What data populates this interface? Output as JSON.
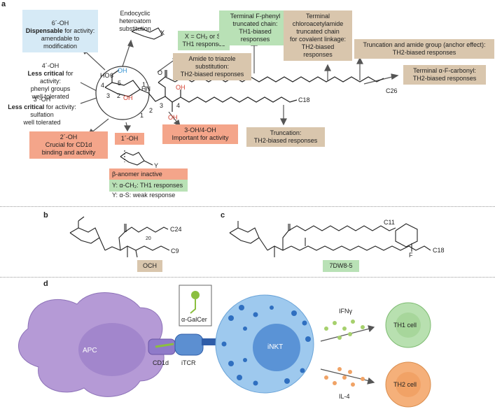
{
  "panels": {
    "a": "a",
    "b": "b",
    "c": "c",
    "d": "d"
  },
  "notes": {
    "six_oh_title": "6´-OH",
    "six_oh_strong": "Dispensable",
    "six_oh_rest": " for activity:\namendable to\nmodification",
    "endocyclic": "Endocyclic\nheteroatom\nsubstitution",
    "four_oh_title": "4´-OH",
    "four_oh_strong": "Less critical",
    "four_oh_rest": " for activity:\nphenyl groups\nwell tolerated",
    "three_oh_title": "3´-OH",
    "three_oh_strong": "Less critical",
    "three_oh_rest": " for activity:\nsulfation\nwell tolerated",
    "y_alpha_s": "Y: α-S: weak response"
  },
  "boxes": {
    "x_ch2": "X = CH₂ or S:\nTH1 responses",
    "amide_triazole": "Amide to triazole\nsubstitution:\nTH2-biased responses",
    "terminal_fphenyl": "Terminal F-phenyl\ntruncated chain:\nTH1-biased\nresponses",
    "terminal_chloro": "Terminal\nchloroacetylamide\ntruncated chain\nfor covalent linkage:\nTH2-biased\nresponses",
    "truncation_amide": "Truncation and amide group (anchor effect):\nTH2-biased responses",
    "terminal_alpha_f": "Terminal α-F-carbonyl:\nTH2-biased responses",
    "two_oh": "2´-OH\nCrucial for CD1d\nbinding and activity",
    "one_oh": "1´-OH",
    "three_four_oh": "3-OH/4-OH\nImportant for activity",
    "truncation": "Truncation:\nTH2-biased responses",
    "beta_anomer": "β-anomer inactive",
    "y_alpha_ch2": "Y: α-CH₂: TH1 responses"
  },
  "structure_labels": {
    "c26": "C26",
    "c18": "C18",
    "hn": "HN",
    "o": "O",
    "oh": "OH",
    "ho": "HO",
    "n1": "1",
    "n2": "2",
    "n3": "3",
    "n4": "4",
    "r1": "1´",
    "r2": "2",
    "r3": "3",
    "r4": "4",
    "r5": "5",
    "r6": "6",
    "x": "X",
    "y": "Y",
    "o_link": "O"
  },
  "panel_b": {
    "c24": "C24",
    "c9": "C9",
    "n20": "20",
    "name": "OCH"
  },
  "panel_c": {
    "c11": "C11",
    "c18": "C18",
    "f": "F",
    "name": "7DW8-5"
  },
  "panel_d": {
    "apc": "APC",
    "cd1d": "CD1d",
    "itcr": "iTCR",
    "inkt": "iNKT",
    "galcer": "α-GalCer",
    "ifng": "IFNγ",
    "il4": "IL-4",
    "th1": "TH1 cell",
    "th2": "TH2 cell"
  },
  "colors": {
    "red": "#d23a2a",
    "blue_oh": "#2f8fd0",
    "apc": "#b59ad6",
    "inkt": "#9ec9ee",
    "th1": "#b8e0b0",
    "th2": "#f5b07a"
  }
}
